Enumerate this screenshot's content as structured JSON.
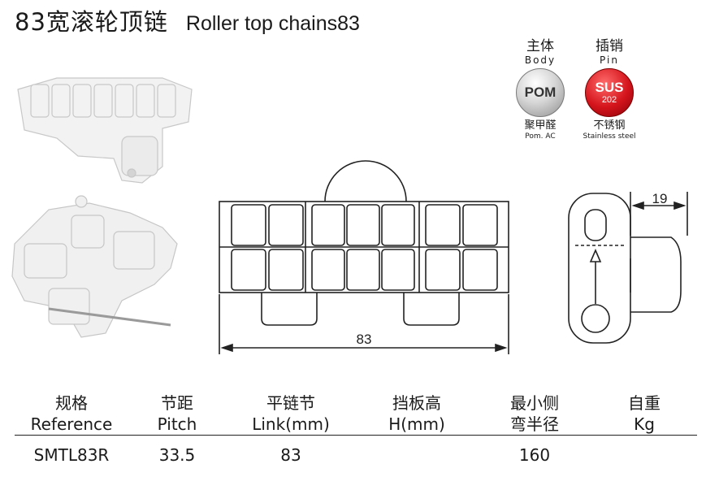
{
  "title": {
    "cn": "83宽滚轮顶链",
    "en": "Roller top chains83"
  },
  "materials": [
    {
      "cn": "主体",
      "en": "Body",
      "badge": "POM",
      "badge_sub": "",
      "sub_cn": "聚甲醛",
      "sub_en": "Pom. AC",
      "color": "#b0b0b0"
    },
    {
      "cn": "插销",
      "en": "Pin",
      "badge": "SUS",
      "badge_sub": "202",
      "sub_cn": "不锈钢",
      "sub_en": "Stainless steel",
      "color": "#d4141c"
    }
  ],
  "drawing": {
    "width_label": "83",
    "side_label": "19"
  },
  "table": {
    "headers": [
      {
        "cn": "规格",
        "en": "Reference"
      },
      {
        "cn": "节距",
        "en": "Pitch"
      },
      {
        "cn": "平链节",
        "en": "Link(mm)"
      },
      {
        "cn": "挡板高",
        "en": "H(mm)"
      },
      {
        "cn": "最小侧",
        "en": "弯半径"
      },
      {
        "cn": "自重",
        "en": "Kg"
      }
    ],
    "rows": [
      [
        "SMTL83R",
        "33.5",
        "83",
        "",
        "160",
        ""
      ]
    ]
  }
}
